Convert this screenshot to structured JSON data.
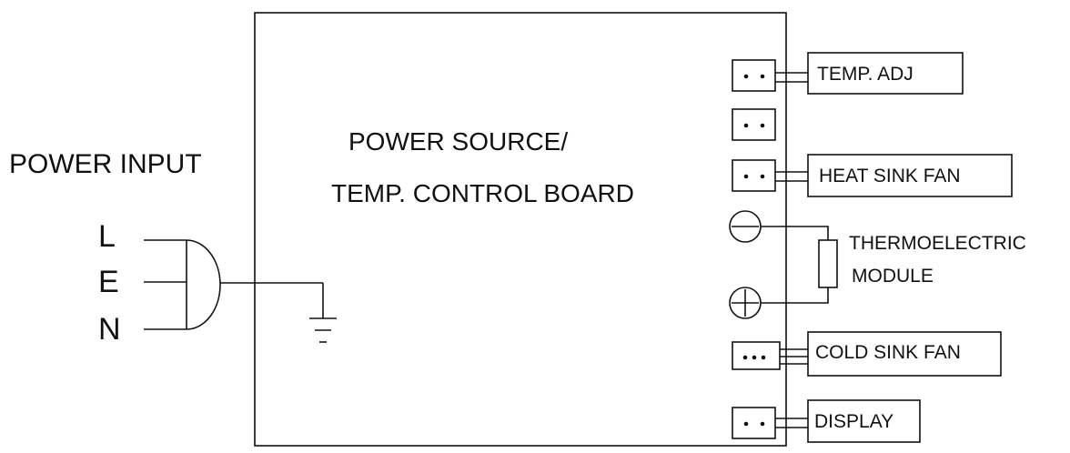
{
  "labels": {
    "power_input": "POWER INPUT",
    "board_line1": "POWER SOURCE/",
    "board_line2": "TEMP. CONTROL BOARD",
    "pin_l": "L",
    "pin_e": "E",
    "pin_n": "N",
    "temp_adj": "TEMP. ADJ",
    "heat_sink_fan": "HEAT SINK FAN",
    "thermo_line1": "THERMOELECTRIC",
    "thermo_line2": "MODULE",
    "cold_sink_fan": "COLD SINK FAN",
    "display": "DISPLAY"
  },
  "icons": {
    "minus_terminal": "minus-terminal-icon",
    "plus_terminal": "plus-terminal-icon",
    "ground": "ground-icon",
    "resistor": "resistor-icon"
  },
  "colors": {
    "line": "#111111",
    "background": "#ffffff"
  }
}
